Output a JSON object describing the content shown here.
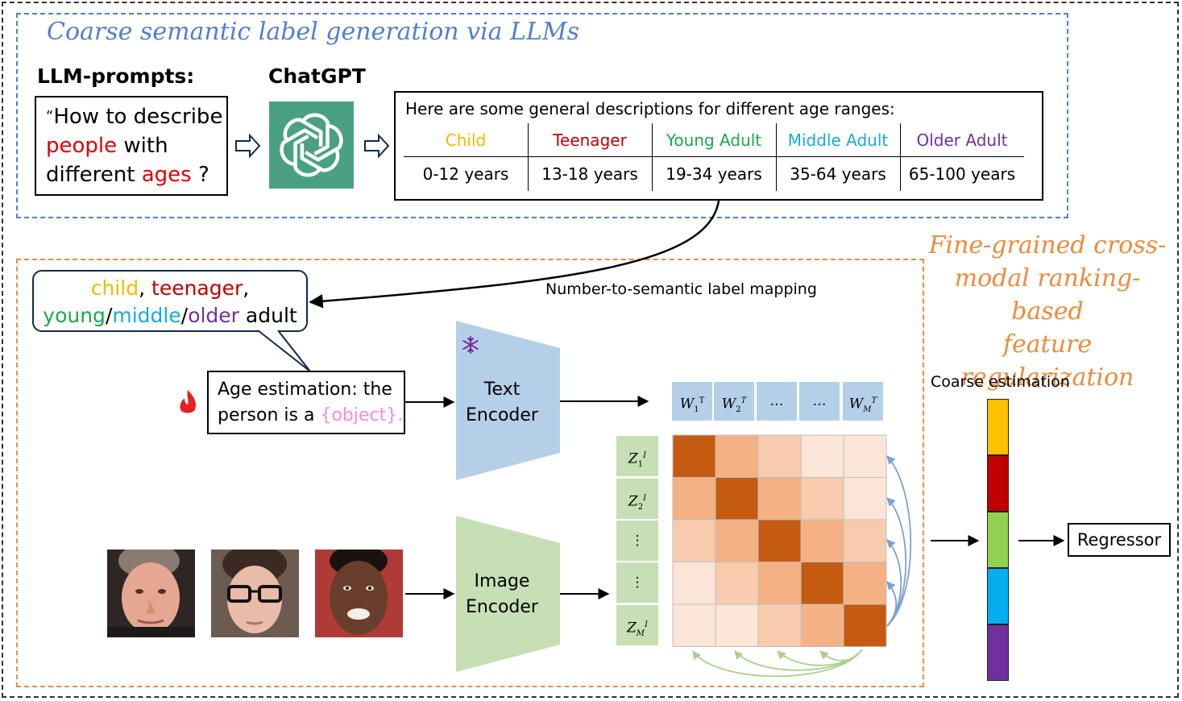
{
  "top_section": {
    "title": "Coarse semantic label generation via LLMs",
    "llm_prompts_label": "LLM-prompts:",
    "chatgpt_label": "ChatGPT",
    "prompt": {
      "open_quote": "“",
      "line1": "How to describe",
      "word_people": "people",
      "word_with": " with",
      "line3_prefix": "different ",
      "word_ages": "ages",
      "line3_suffix": " ?"
    },
    "description": {
      "heading": "Here are some general descriptions for different age ranges:",
      "ranges": [
        {
          "label": "Child",
          "years": "0-12 years",
          "color": "#f5b800"
        },
        {
          "label": "Teenager",
          "years": "13-18 years",
          "color": "#c00000"
        },
        {
          "label": "Young Adult",
          "years": "19-34 years",
          "color": "#1aa84b"
        },
        {
          "label": "Middle Adult",
          "years": "35-64 years",
          "color": "#19a9e0"
        },
        {
          "label": "Older Adult",
          "years": "65-100 years",
          "color": "#7030a0"
        }
      ]
    }
  },
  "right_title": {
    "line1": "Fine-grained cross-",
    "line2": "modal ranking-based",
    "line3": "feature regularization"
  },
  "tags_bubble": {
    "child": "child",
    "sep1": ", ",
    "teenager": "teenager",
    "sep2": ",",
    "young": "young",
    "slash1": "/",
    "middle": "middle",
    "slash2": "/",
    "older": "older",
    "adult": " adult"
  },
  "mapping_label": "Number-to-semantic label mapping",
  "template": {
    "line1": "Age estimation: the",
    "line2_prefix": "person is a ",
    "placeholder": "{object}.",
    "placeholder_color": "#f08ce8"
  },
  "text_encoder": {
    "line1": "Text",
    "line2": "Encoder",
    "fill": "#b6cfe8"
  },
  "image_encoder": {
    "line1": "Image",
    "line2": "Encoder",
    "fill": "#c6dfb4"
  },
  "text_embeddings": {
    "w1": {
      "base": "W",
      "sub": "1",
      "sup": "T"
    },
    "w2": {
      "base": "W",
      "sub": "2",
      "sup": "T"
    },
    "dots1": "…",
    "dots2": "…",
    "wm": {
      "base": "W",
      "sub": "M",
      "sup": "T"
    }
  },
  "image_embeddings": {
    "z1": {
      "base": "Z",
      "sub": "1",
      "sup": "I"
    },
    "z2": {
      "base": "Z",
      "sub": "2",
      "sup": "I"
    },
    "vdots1": "⋮",
    "vdots2": "⋮",
    "zm": {
      "base": "Z",
      "sub": "M",
      "sup": "I"
    }
  },
  "similarity_matrix": {
    "levels": [
      [
        5,
        3,
        2,
        1,
        1
      ],
      [
        3,
        5,
        3,
        2,
        1
      ],
      [
        2,
        3,
        5,
        3,
        2
      ],
      [
        1,
        2,
        3,
        5,
        3
      ],
      [
        1,
        1,
        2,
        3,
        5
      ]
    ],
    "palette": {
      "1": "#fbe5d6",
      "2": "#f8cbad",
      "3": "#f4b183",
      "4": "#e8884a",
      "5": "#c55a11"
    }
  },
  "coarse_estimation": {
    "label": "Coarse estimation",
    "colors": [
      "#ffc000",
      "#c00000",
      "#92d050",
      "#00b0f0",
      "#7030a0"
    ]
  },
  "regressor": "Regressor",
  "icons": {
    "fire": "fire-icon",
    "snowflake": "snowflake-icon",
    "openai_logo": "openai-logo-icon"
  },
  "faces": [
    "elderly-man-face",
    "young-man-glasses-face",
    "boy-face"
  ]
}
